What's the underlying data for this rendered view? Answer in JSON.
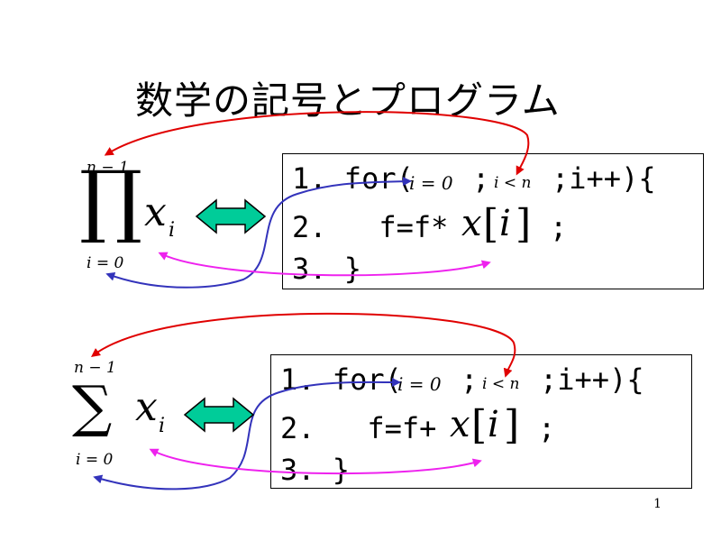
{
  "slide": {
    "title": "数学の記号とプログラム",
    "page_number": "1"
  },
  "product_section": {
    "operator": "∏",
    "upper_limit": "n − 1",
    "lower_limit": "i = 0",
    "term": "x",
    "term_subscript": "i",
    "code": {
      "line1_prefix": "1. for(",
      "line1_init": "i = 0",
      "line1_sep": ";",
      "line1_cond": "i < n",
      "line1_suffix": ";i++){",
      "line2_prefix": "2.   f=f*",
      "line2_expr": "x",
      "line2_index": "i",
      "line2_suffix": ";",
      "line3": "3. }"
    }
  },
  "sum_section": {
    "operator": "∑",
    "upper_limit": "n − 1",
    "lower_limit": "i = 0",
    "term": "x",
    "term_subscript": "i",
    "code": {
      "line1_prefix": "1. for(",
      "line1_init": "i = 0",
      "line1_sep": ";",
      "line1_cond": "i < n",
      "line1_suffix": ";i++){",
      "line2_prefix": "2.   f=f+",
      "line2_expr": "x",
      "line2_index": "i",
      "line2_suffix": ";",
      "line3": "3. }"
    }
  },
  "colors": {
    "red_arrow": "#e00000",
    "blue_arrow": "#3333bb",
    "magenta_arrow": "#ee22ee",
    "double_arrow_fill": "#00cc99",
    "double_arrow_stroke": "#000000"
  }
}
